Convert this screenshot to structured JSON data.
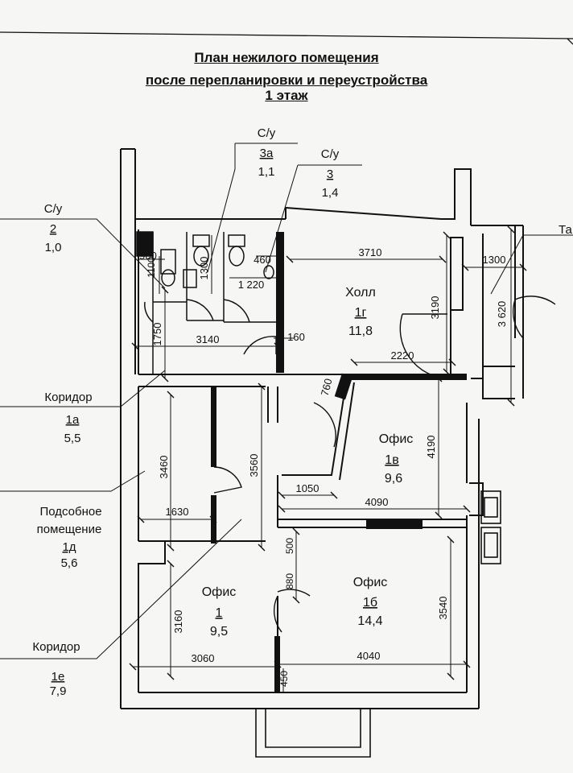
{
  "title": {
    "line1": "План нежилого помещения",
    "line2": "после перепланировки и переустройства",
    "line3": "1 этаж"
  },
  "rooms": [
    {
      "id": "su2",
      "name": "С/у",
      "number": "2",
      "area": "1,0"
    },
    {
      "id": "su3a",
      "name": "С/у",
      "number": "3а",
      "area": "1,1"
    },
    {
      "id": "su3",
      "name": "С/у",
      "number": "3",
      "area": "1,4"
    },
    {
      "id": "tamb",
      "name": "Та",
      "number": "",
      "area": ""
    },
    {
      "id": "holl",
      "name": "Холл",
      "number": "1г",
      "area": "11,8"
    },
    {
      "id": "koridor1a",
      "name": "Коридор",
      "number": "1а",
      "area": "5,5"
    },
    {
      "id": "ofis1v",
      "name": "Офис",
      "number": "1в",
      "area": "9,6"
    },
    {
      "id": "podsob",
      "name": "Подсобное помещение",
      "number": "1д",
      "area": "5,6"
    },
    {
      "id": "ofis1",
      "name": "Офис",
      "number": "1",
      "area": "9,5"
    },
    {
      "id": "ofis1b",
      "name": "Офис",
      "number": "1б",
      "area": "14,4"
    },
    {
      "id": "koridor1e",
      "name": "Коридор",
      "number": "1е",
      "area": "7,9"
    }
  ],
  "dimensions": {
    "d3710": "3710",
    "d1300b": "1300",
    "d3190": "3190",
    "d3620": "3 620",
    "d900": "900",
    "d1100": "1100",
    "d1300a": "1300",
    "d460": "460",
    "d1220": "1 220",
    "d1750": "1750",
    "d3140": "3140",
    "d160": "160",
    "d2220": "2220",
    "d760": "760",
    "d4190": "4190",
    "d3460": "3460",
    "d3560": "3560",
    "d1050": "1050",
    "d1630": "1630",
    "d4090": "4090",
    "d500": "500",
    "d880": "880",
    "d3160": "3160",
    "d3540": "3540",
    "d3060": "3060",
    "d4040": "4040",
    "d450": "450"
  },
  "colors": {
    "line": "#111111",
    "paper": "#f6f6f4"
  }
}
